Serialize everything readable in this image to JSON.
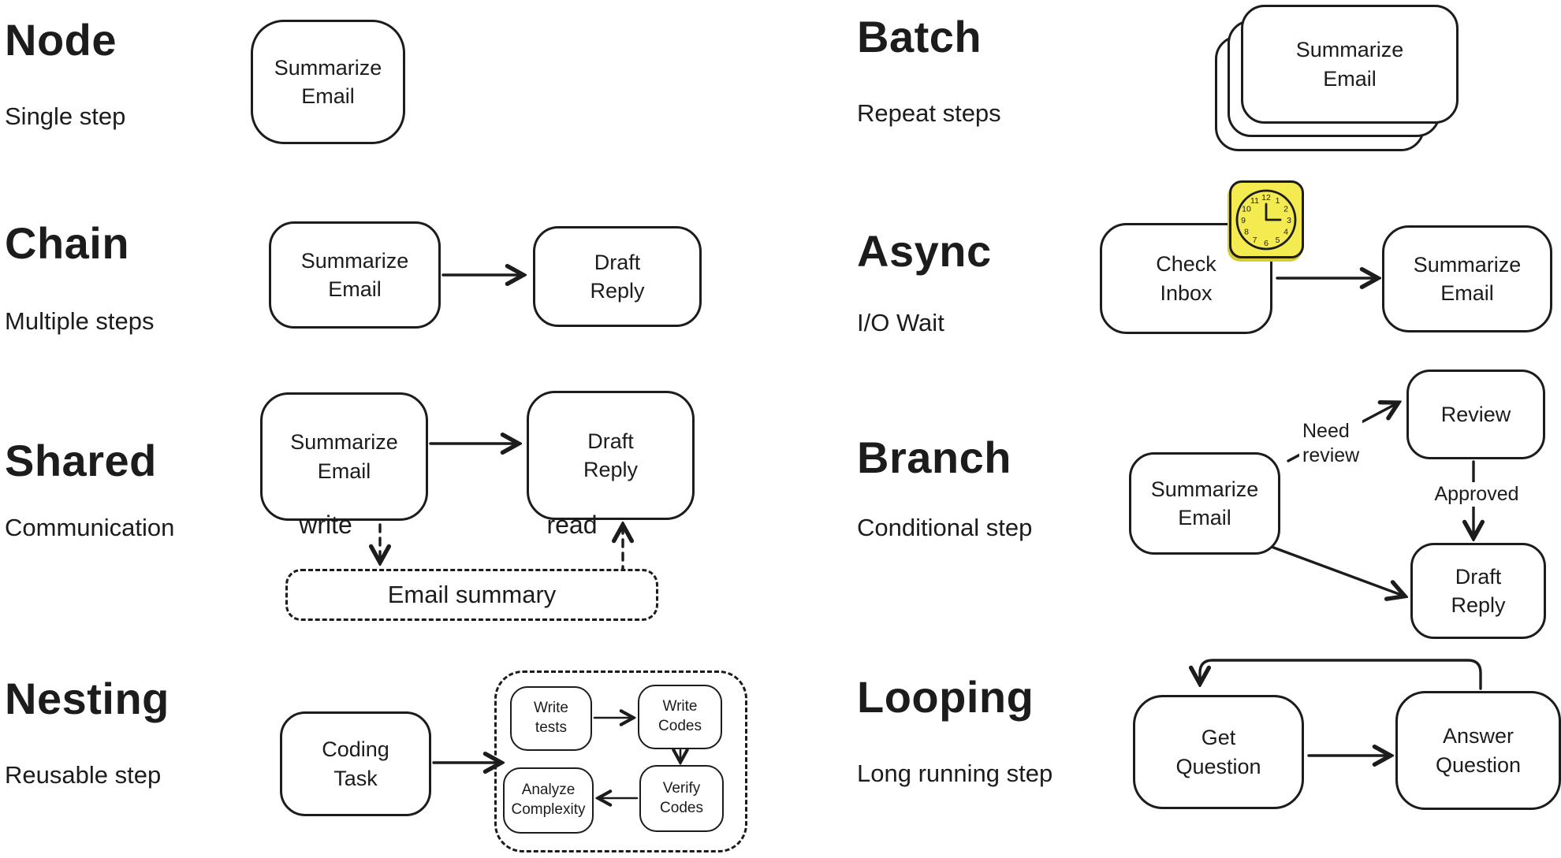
{
  "colors": {
    "ink": "#1c1c1c",
    "paper": "#ffffff",
    "sticker_yellow": "#f3eb4f"
  },
  "sections": {
    "node": {
      "title": "Node",
      "subtitle": "Single step",
      "box": {
        "label": "Summarize\nEmail"
      }
    },
    "chain": {
      "title": "Chain",
      "subtitle": "Multiple steps",
      "boxes": [
        {
          "label": "Summarize\nEmail"
        },
        {
          "label": "Draft\nReply"
        }
      ]
    },
    "shared": {
      "title": "Shared",
      "subtitle": "Communication",
      "boxes": [
        {
          "label": "Summarize\nEmail"
        },
        {
          "label": "Draft\nReply"
        }
      ],
      "store": {
        "label": "Email summary"
      },
      "write_label": "write",
      "read_label": "read"
    },
    "nesting": {
      "title": "Nesting",
      "subtitle": "Reusable step",
      "box": {
        "label": "Coding\nTask"
      },
      "children": [
        {
          "label": "Write\ntests"
        },
        {
          "label": "Write\nCodes"
        },
        {
          "label": "Analyze\nComplexity"
        },
        {
          "label": "Verify\nCodes"
        }
      ]
    },
    "batch": {
      "title": "Batch",
      "subtitle": "Repeat steps",
      "box": {
        "label": "Summarize\nEmail"
      }
    },
    "async": {
      "title": "Async",
      "subtitle": "I/O Wait",
      "boxes": [
        {
          "label": "Check\nInbox"
        },
        {
          "label": "Summarize\nEmail"
        }
      ],
      "clock": {
        "numbers": [
          "12",
          "1",
          "2",
          "3",
          "4",
          "5",
          "6",
          "7",
          "8",
          "9",
          "10",
          "11"
        ]
      }
    },
    "branch": {
      "title": "Branch",
      "subtitle": "Conditional step",
      "boxes": [
        {
          "label": "Summarize\nEmail"
        },
        {
          "label": "Review"
        },
        {
          "label": "Draft\nReply"
        }
      ],
      "need_review_label": "Need\nreview",
      "approved_label": "Approved"
    },
    "looping": {
      "title": "Looping",
      "subtitle": "Long running step",
      "boxes": [
        {
          "label": "Get\nQuestion"
        },
        {
          "label": "Answer\nQuestion"
        }
      ]
    }
  }
}
